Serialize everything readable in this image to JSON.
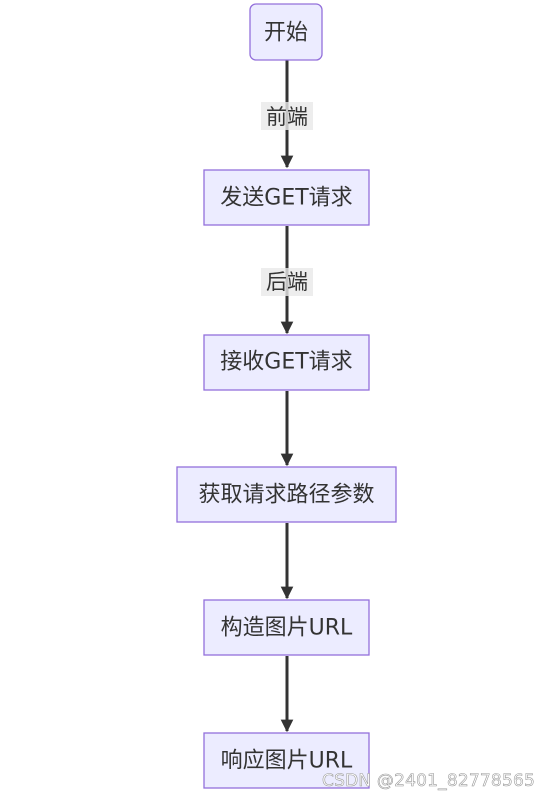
{
  "nodes": [
    {
      "id": "start",
      "label": "开始"
    },
    {
      "id": "send",
      "label": "发送GET请求"
    },
    {
      "id": "receive",
      "label": "接收GET请求"
    },
    {
      "id": "params",
      "label": "获取请求路径参数"
    },
    {
      "id": "build",
      "label": "构造图片URL"
    },
    {
      "id": "respond",
      "label": "响应图片URL"
    }
  ],
  "edges": [
    {
      "from": "start",
      "to": "send",
      "label": "前端"
    },
    {
      "from": "send",
      "to": "receive",
      "label": "后端"
    },
    {
      "from": "receive",
      "to": "params",
      "label": ""
    },
    {
      "from": "params",
      "to": "build",
      "label": ""
    },
    {
      "from": "build",
      "to": "respond",
      "label": ""
    }
  ],
  "colors": {
    "node_fill": "#ECECFF",
    "node_stroke": "#9370DB",
    "edge": "#333333",
    "text": "#333333"
  },
  "watermark": "CSDN @2401_82778565"
}
